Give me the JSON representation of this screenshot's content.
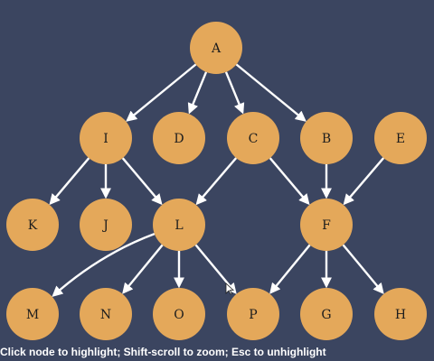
{
  "colors": {
    "background": "#3b4560",
    "node_fill": "#e4a85a",
    "node_text": "#1d1d1d",
    "edge": "#ffffff"
  },
  "graph": {
    "nodes": [
      "A",
      "I",
      "D",
      "C",
      "B",
      "E",
      "K",
      "J",
      "L",
      "F",
      "M",
      "N",
      "O",
      "P",
      "G",
      "H"
    ],
    "edges": [
      [
        "A",
        "I"
      ],
      [
        "A",
        "D"
      ],
      [
        "A",
        "C"
      ],
      [
        "A",
        "B"
      ],
      [
        "I",
        "K"
      ],
      [
        "I",
        "J"
      ],
      [
        "I",
        "L"
      ],
      [
        "C",
        "L"
      ],
      [
        "C",
        "F"
      ],
      [
        "B",
        "F"
      ],
      [
        "E",
        "F"
      ],
      [
        "L",
        "M"
      ],
      [
        "L",
        "N"
      ],
      [
        "L",
        "O"
      ],
      [
        "L",
        "P"
      ],
      [
        "F",
        "P"
      ],
      [
        "F",
        "G"
      ],
      [
        "F",
        "H"
      ]
    ]
  },
  "status": {
    "hint": "Click node to highlight; Shift-scroll to zoom; Esc to unhighlight"
  }
}
